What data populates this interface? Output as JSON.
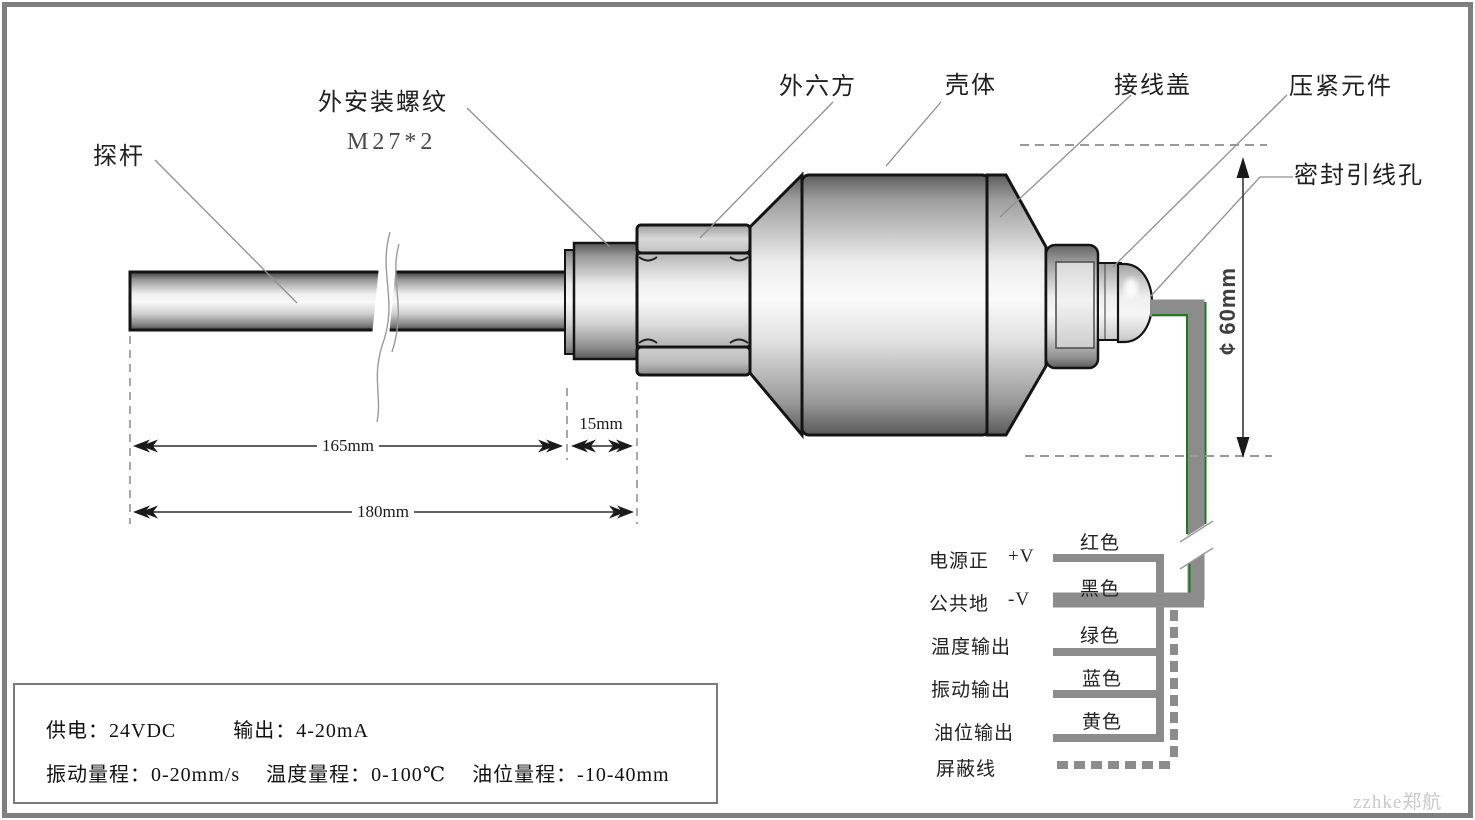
{
  "part_labels": {
    "probe_rod": "探杆",
    "mount_thread": "外安装螺纹",
    "thread_spec": "M27*2",
    "outer_hex": "外六方",
    "shell": "壳体",
    "junction_cover": "接线盖",
    "compression_element": "压紧元件",
    "seal_lead_hole": "密封引线孔"
  },
  "dimensions": {
    "probe_length": "165mm",
    "thread_length": "15mm",
    "overall_length": "180mm",
    "body_diameter": "¢ 60mm"
  },
  "wiring": {
    "rows": [
      {
        "function": "电源正",
        "terminal": "+V",
        "wire_color": "红色"
      },
      {
        "function": "公共地",
        "terminal": "-V",
        "wire_color": "黑色"
      },
      {
        "function": "温度输出",
        "terminal": "",
        "wire_color": "绿色"
      },
      {
        "function": "振动输出",
        "terminal": "",
        "wire_color": "蓝色"
      },
      {
        "function": "油位输出",
        "terminal": "",
        "wire_color": "黄色"
      },
      {
        "function": "屏蔽线",
        "terminal": "",
        "wire_color": ""
      }
    ]
  },
  "specs": {
    "power": "供电：24VDC",
    "output": "输出：4-20mA",
    "vibration_range": "振动量程：0-20mm/s",
    "temperature_range": "温度量程：0-100℃",
    "oil_level_range": "油位量程：-10-40mm"
  },
  "watermark": "zzhke郑航",
  "colors": {
    "cable_gray": "#8c8c8c",
    "cable_green": "#1e7b1e",
    "frame_gray": "#7f7f7f",
    "line_gray": "#8f8f8f"
  }
}
